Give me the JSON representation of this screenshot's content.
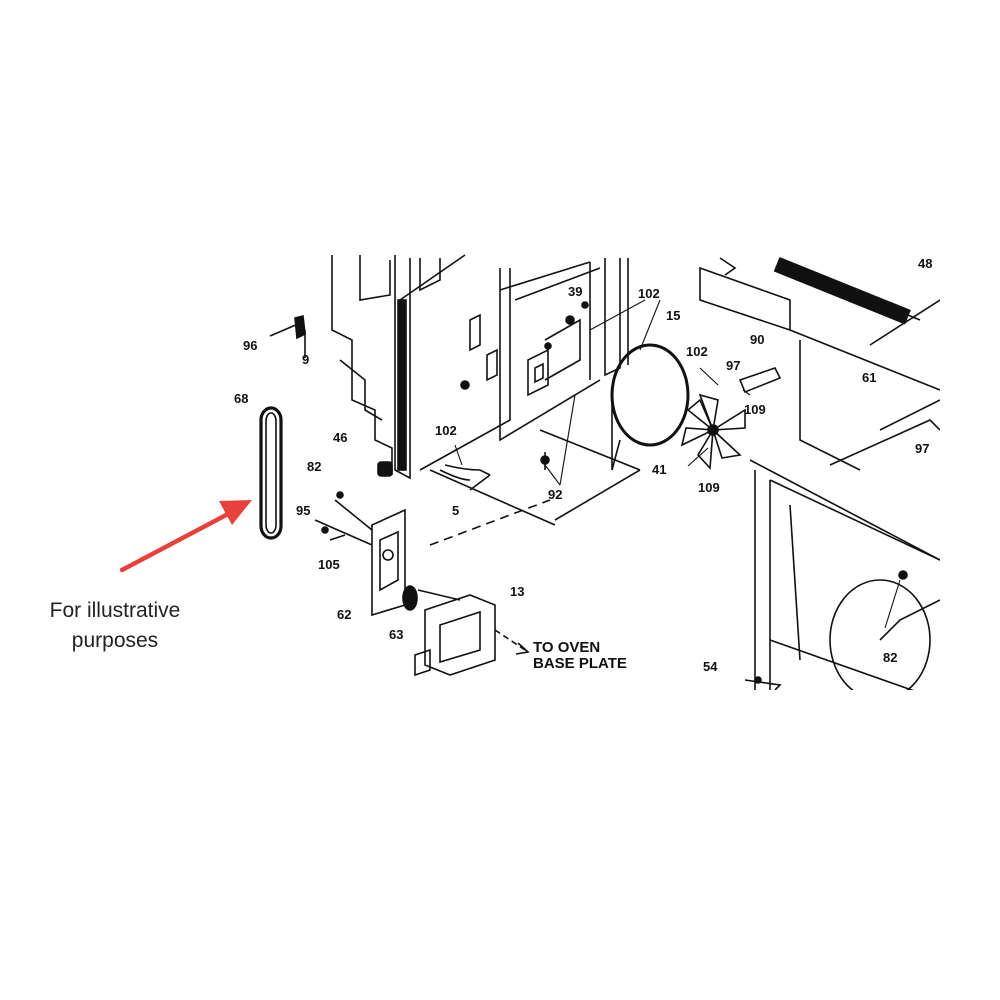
{
  "caption": {
    "line1": "For illustrative",
    "line2": "purposes"
  },
  "arrow": {
    "color": "#e8403a"
  },
  "diagram": {
    "destination_label": [
      "TO OVEN",
      "BASE PLATE"
    ],
    "part_numbers": [
      "96",
      "9",
      "68",
      "46",
      "82",
      "95",
      "105",
      "62",
      "63",
      "13",
      "102",
      "5",
      "92",
      "39",
      "102",
      "15",
      "102",
      "41",
      "109",
      "97",
      "109",
      "90",
      "61",
      "48",
      "97",
      "54",
      "82"
    ]
  }
}
